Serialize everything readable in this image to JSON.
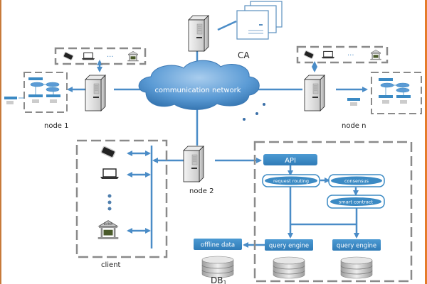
{
  "title": "Blockchain network architecture",
  "labels": {
    "ca": "CA",
    "cloud": "communication network",
    "node1": "node 1",
    "noden": "node n",
    "node2": "node 2",
    "client": "client",
    "db1": "DB",
    "db1_sub": "1"
  },
  "node2_detail": {
    "api": "API",
    "request_routing": "request routing",
    "consensus": "consensus",
    "smart_contract": "smart contract",
    "query_engine_1": "query engine",
    "query_engine_2": "query engine",
    "offline_data": "offline data"
  },
  "client_devices": [
    "phone",
    "laptop",
    "more",
    "bank"
  ],
  "bank_sign": "BANK",
  "ellipsis": "···",
  "colors": {
    "line": "#4a8cc7",
    "box": "#3b8ac4",
    "cloud": "#4f93cf",
    "dashed": "#8a8a8a",
    "edge_left": "#c87a3a",
    "edge_right": "#e57c2a"
  }
}
